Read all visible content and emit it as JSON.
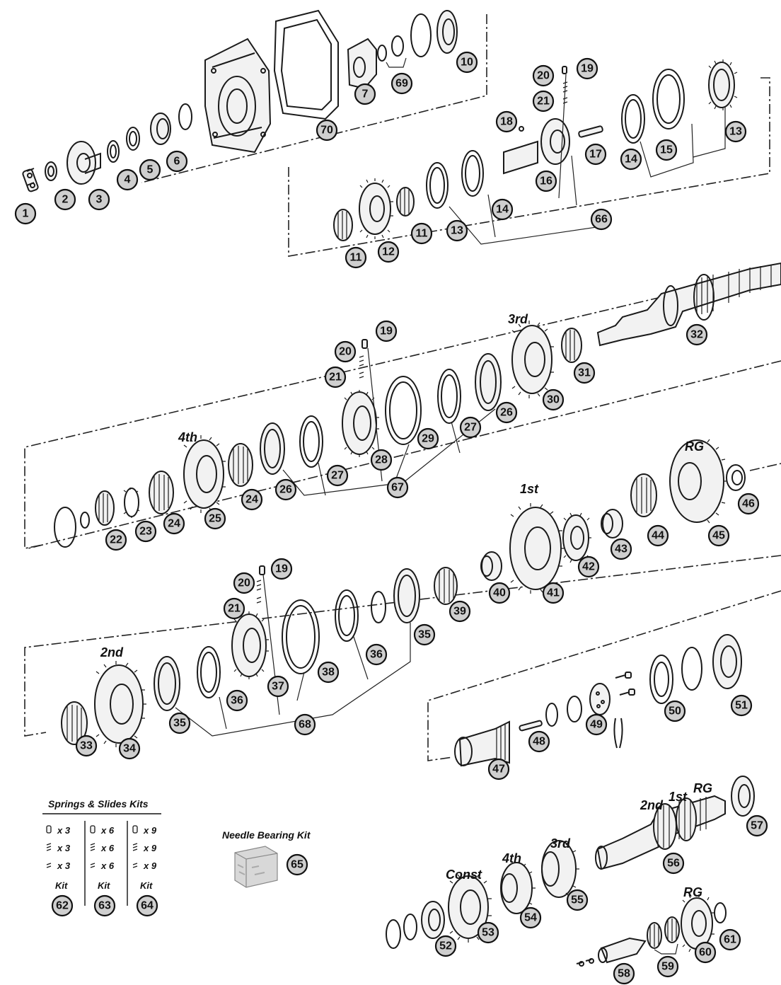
{
  "gear_labels": {
    "third": "3rd",
    "fourth": "4th",
    "first": "1st",
    "reverse": "RG",
    "second": "2nd",
    "cs_second": "2nd",
    "cs_first": "1st",
    "cs_reverse": "RG",
    "cs_third": "3rd",
    "cs_fourth": "4th",
    "cs_const": "Const",
    "cs_reverse_idler": "RG"
  },
  "kits": {
    "title": "Springs & Slides Kits",
    "col1": [
      "x 3",
      "x 3",
      "x 3"
    ],
    "col2": [
      "x 6",
      "x 6",
      "x 6"
    ],
    "col3": [
      "x 9",
      "x 9",
      "x 9"
    ],
    "kit_label": "Kit",
    "numbers": [
      "62",
      "63",
      "64"
    ]
  },
  "needle_kit": {
    "title": "Needle Bearing Kit",
    "number": "65"
  },
  "callouts": {
    "c1": "1",
    "c2": "2",
    "c3": "3",
    "c4": "4",
    "c5": "5",
    "c6": "6",
    "c7": "7",
    "c10": "10",
    "c69": "69",
    "c70": "70",
    "c19a": "19",
    "c20a": "20",
    "c21a": "21",
    "c18": "18",
    "c13a": "13",
    "c15": "15",
    "c14a": "14",
    "c17": "17",
    "c16": "16",
    "c66": "66",
    "c11a": "11",
    "c12": "12",
    "c11b": "11",
    "c13b": "13",
    "c14b": "14",
    "c32": "32",
    "c31": "31",
    "c30": "30",
    "c19b": "19",
    "c20b": "20",
    "c21b": "21",
    "c26a": "26",
    "c27a": "27",
    "c29": "29",
    "c28": "28",
    "c67": "67",
    "c27b": "27",
    "c26b": "26",
    "c24a": "24",
    "c25": "25",
    "c24b": "24",
    "c23": "23",
    "c22": "22",
    "c46": "46",
    "c45": "45",
    "c44": "44",
    "c43": "43",
    "c42": "42",
    "c41": "41",
    "c40": "40",
    "c39": "39",
    "c19c": "19",
    "c20c": "20",
    "c21c": "21",
    "c35a": "35",
    "c36a": "36",
    "c38": "38",
    "c37": "37",
    "c36b": "36",
    "c35b": "35",
    "c68": "68",
    "c34": "34",
    "c33": "33",
    "c51": "51",
    "c50": "50",
    "c49": "49",
    "c48": "48",
    "c47": "47",
    "c57": "57",
    "c56": "56",
    "c55": "55",
    "c54": "54",
    "c53": "53",
    "c52": "52",
    "c58": "58",
    "c59": "59",
    "c60": "60",
    "c61": "61"
  }
}
